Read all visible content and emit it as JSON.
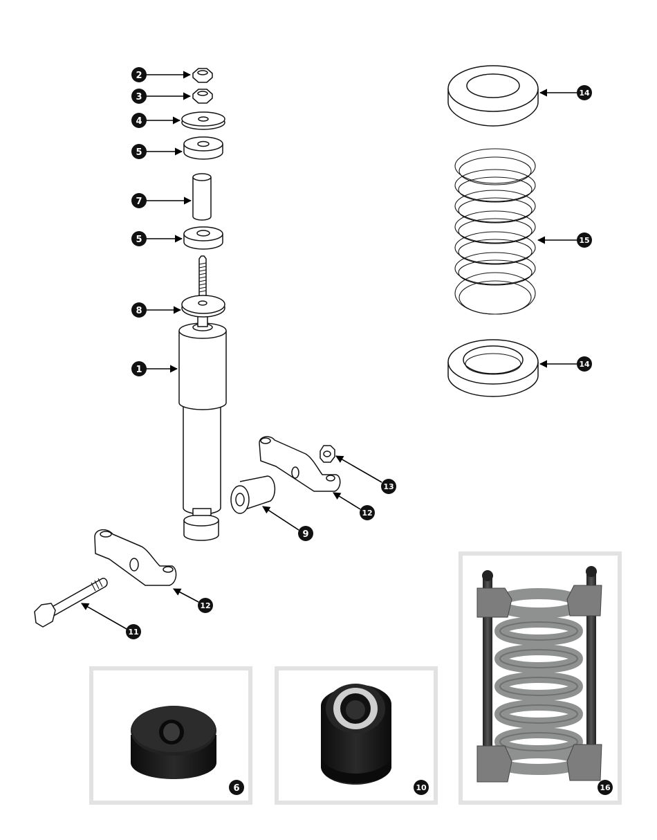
{
  "callouts": {
    "c2": "2",
    "c3": "3",
    "c4": "4",
    "c5a": "5",
    "c7": "7",
    "c5b": "5",
    "c8": "8",
    "c1": "1",
    "c13": "13",
    "c12a": "12",
    "c9": "9",
    "c12b": "12",
    "c11": "11",
    "c14a": "14",
    "c15": "15",
    "c14b": "14",
    "c6": "6",
    "c10": "10",
    "c16": "16"
  },
  "colors": {
    "callout_fill": "#111111",
    "photo_frame": "#e2e2e2",
    "rubber": "#1c1c1c",
    "spring_photo": "#8f9090",
    "line": "#000000"
  }
}
